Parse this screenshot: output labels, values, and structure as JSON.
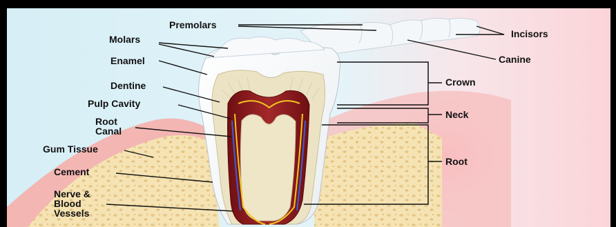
{
  "labels": {
    "premolars": "Premolars",
    "incisors": "Incisors",
    "molars": "Molars",
    "canine": "Canine",
    "enamel": "Enamel",
    "dentine": "Dentine",
    "pulp_cavity": "Pulp Cavity",
    "root_canal_line1": "Root",
    "root_canal_line2": "Canal",
    "gum_tissue": "Gum Tissue",
    "cement": "Cement",
    "nerve_line1": "Nerve &",
    "nerve_line2": "Blood",
    "nerve_line3": "Vessels",
    "crown": "Crown",
    "neck": "Neck",
    "root": "Root"
  },
  "colors": {
    "frame": "#000000",
    "background": "#d9f0f7",
    "enamel": "#ffffff",
    "dentine": "#e9e2c2",
    "pulp": "#8b1a1a",
    "gum": "#f4b8b4",
    "bone": "#f3dfae",
    "nerve": "#f2c81e",
    "vessel": "#3a5fd8"
  }
}
